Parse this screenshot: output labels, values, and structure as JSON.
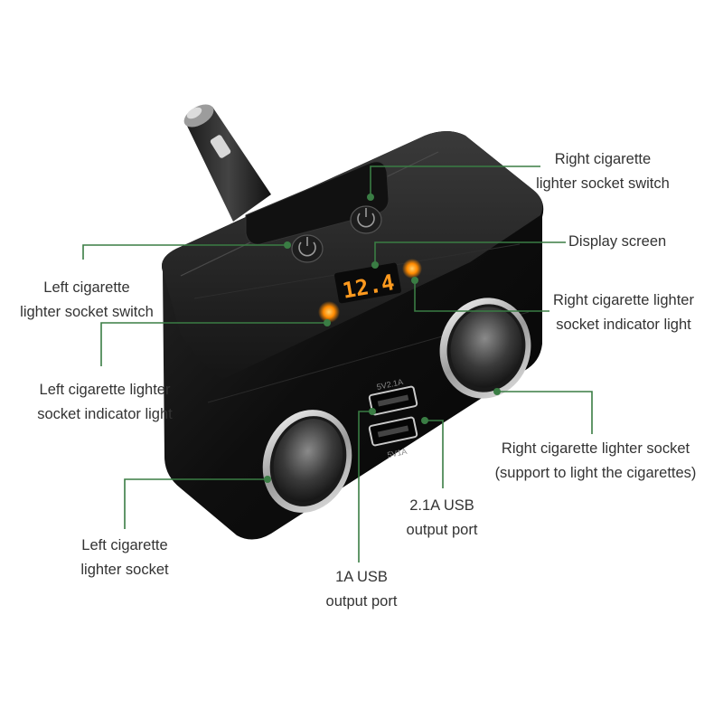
{
  "diagram": {
    "display_reading": "12.4",
    "usb_port_labels": {
      "top": "5V2.1A",
      "bottom": "5V1A"
    },
    "callouts": [
      {
        "id": "right-switch",
        "lines": [
          "Right cigarette",
          "lighter socket switch"
        ]
      },
      {
        "id": "display",
        "lines": [
          "Display screen"
        ]
      },
      {
        "id": "left-switch",
        "lines": [
          "Left cigarette",
          "lighter socket switch"
        ]
      },
      {
        "id": "right-indicator",
        "lines": [
          "Right cigarette lighter",
          "socket indicator light"
        ]
      },
      {
        "id": "left-indicator",
        "lines": [
          "Left cigarette lighter",
          "socket indicator light"
        ]
      },
      {
        "id": "right-socket",
        "lines": [
          "Right cigarette lighter socket",
          "(support to light the cigarettes)"
        ]
      },
      {
        "id": "usb-2a",
        "lines": [
          "2.1A USB",
          "output port"
        ]
      },
      {
        "id": "left-socket",
        "lines": [
          "Left cigarette",
          "lighter socket"
        ]
      },
      {
        "id": "usb-1a",
        "lines": [
          "1A USB",
          "output port"
        ]
      }
    ]
  },
  "colors": {
    "leader_line": "#3a7d44",
    "device_body": "#141414",
    "display_digits": "#ff9a1e",
    "indicator_light": "#ff8a00",
    "socket_chrome": "#d9d9d9"
  }
}
